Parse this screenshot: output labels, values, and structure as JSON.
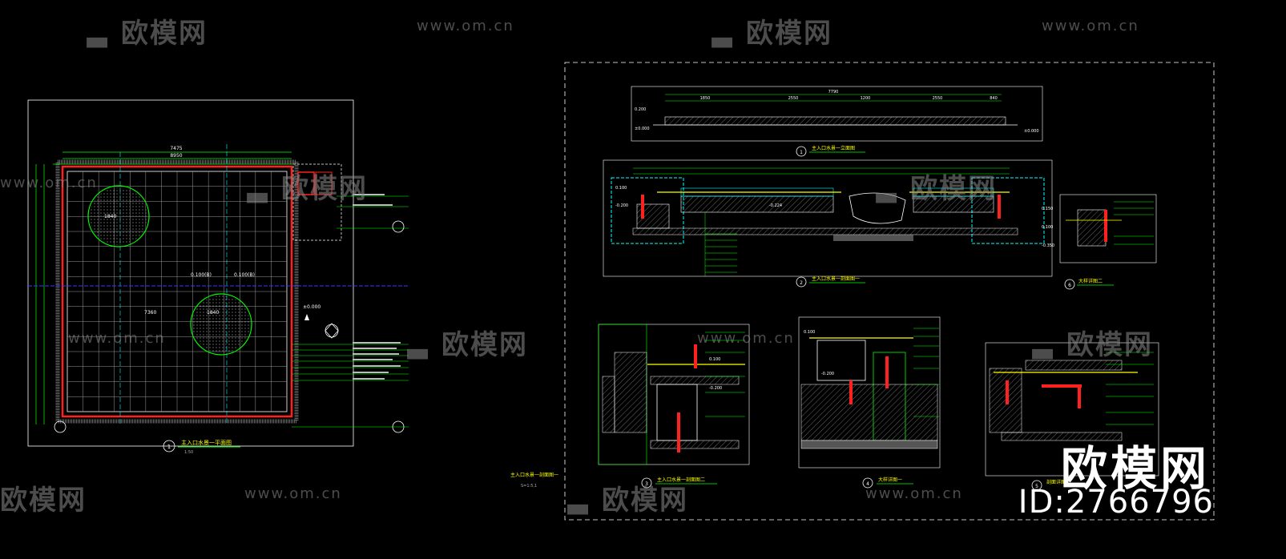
{
  "watermark": {
    "brand": "欧模网",
    "url": "www.om.cn",
    "positions_note": ""
  },
  "brand_overlay": {
    "name": "欧模网",
    "id_text": "ID:2766796"
  },
  "colors": {
    "background": "#000000",
    "line_white": "#ffffff",
    "line_yellow": "#ffff00",
    "line_green": "#00ff00",
    "line_cyan": "#00ffff",
    "line_red": "#ff2020",
    "line_blue": "#3a3aff",
    "hatch_gray": "#808080"
  },
  "drawings": {
    "plan": {
      "number": "1",
      "title": "主入口水景一平面图",
      "scale": "1:50",
      "dimensions": [
        "7475",
        "8950",
        "7360",
        "1840",
        "1840"
      ],
      "elevations": [
        "0.100(B)",
        "0.100(B)",
        "±0.000"
      ]
    },
    "elevation": {
      "number": "1",
      "title": "主入口水景一立面图",
      "dimensions": [
        "7790",
        "1850",
        "2550",
        "1200",
        "2550",
        "840"
      ],
      "levels": [
        "0.200",
        "±0.000",
        "±0.000"
      ]
    },
    "section_a": {
      "number": "2",
      "title": "主入口水景一剖面图一",
      "levels": [
        "0.100",
        "-0.200",
        "-0.224"
      ]
    },
    "detail_6": {
      "number": "6",
      "title": "大样详图二",
      "levels": [
        "0.150",
        "0.100",
        "-0.350"
      ]
    },
    "detail_3": {
      "number": "3",
      "title": "主入口水景一剖面图二",
      "levels": [
        "0.100",
        "-0.200"
      ]
    },
    "detail_4": {
      "number": "4",
      "title": "大样详图一",
      "levels": [
        "0.100",
        "-0.200"
      ]
    },
    "detail_5": {
      "number": "5",
      "title": "剖面详图二"
    },
    "sheet_note": {
      "title": "主入口水景一剖面图一",
      "sub": "S=1:5,1"
    }
  }
}
